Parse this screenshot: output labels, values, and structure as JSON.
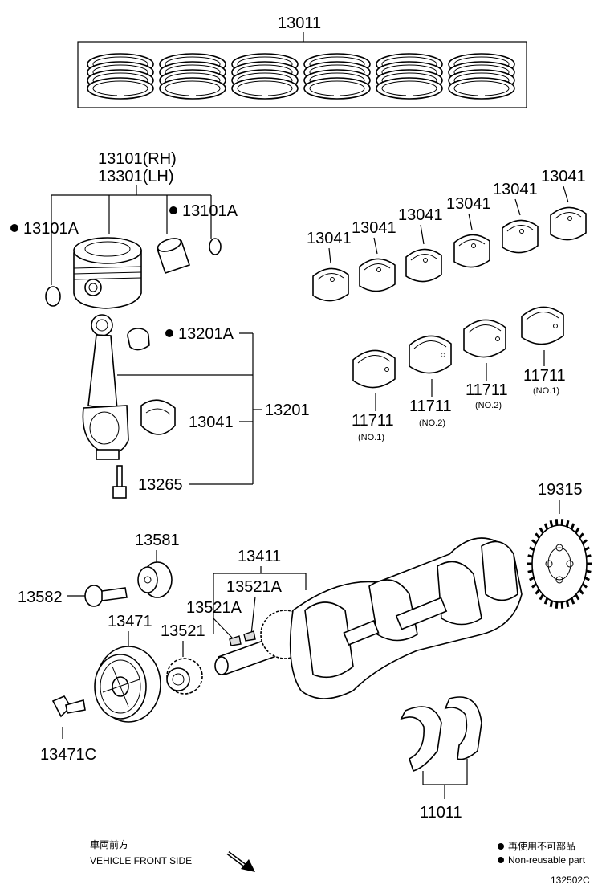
{
  "labels": {
    "piston_ring_set": "13011",
    "piston_rh": "13101(RH)",
    "piston_lh": "13301(LH)",
    "snap_ring_left": "13101A",
    "snap_ring_right": "13101A",
    "conrod_bushing": "13201A",
    "conrod_assy": "13201",
    "conrod_bearing": "13041",
    "conrod_bolt": "13265",
    "upper_bearings": [
      "13041",
      "13041",
      "13041",
      "13041",
      "13041",
      "13041"
    ],
    "lower_bearings": [
      {
        "part": "11711",
        "note": "(NO.1)"
      },
      {
        "part": "11711",
        "note": "(NO.2)"
      },
      {
        "part": "11711",
        "note": "(NO.2)"
      },
      {
        "part": "11711",
        "note": "(NO.1)"
      }
    ],
    "pulley_washer": "13581",
    "pulley_bolt": "13582",
    "crankshaft_assy": "13411",
    "key_a1": "13521A",
    "key_a2": "13521A",
    "timing_gear": "13521",
    "crank_pulley": "13471",
    "pulley_bolt_c": "13471C",
    "signal_rotor": "19315",
    "thrust_washers": "11011"
  },
  "legend": {
    "front_jp": "車両前方",
    "front_en": "VEHICLE FRONT SIDE",
    "nonreuse_jp": "再使用不可部品",
    "nonreuse_en": "Non-reusable part",
    "diagram_code": "132502C"
  },
  "icons": [
    "filled-circle-icon",
    "arrow-icon"
  ],
  "colors": {
    "ink": "#000000",
    "paper": "#ffffff",
    "shade": "#dddddd"
  }
}
